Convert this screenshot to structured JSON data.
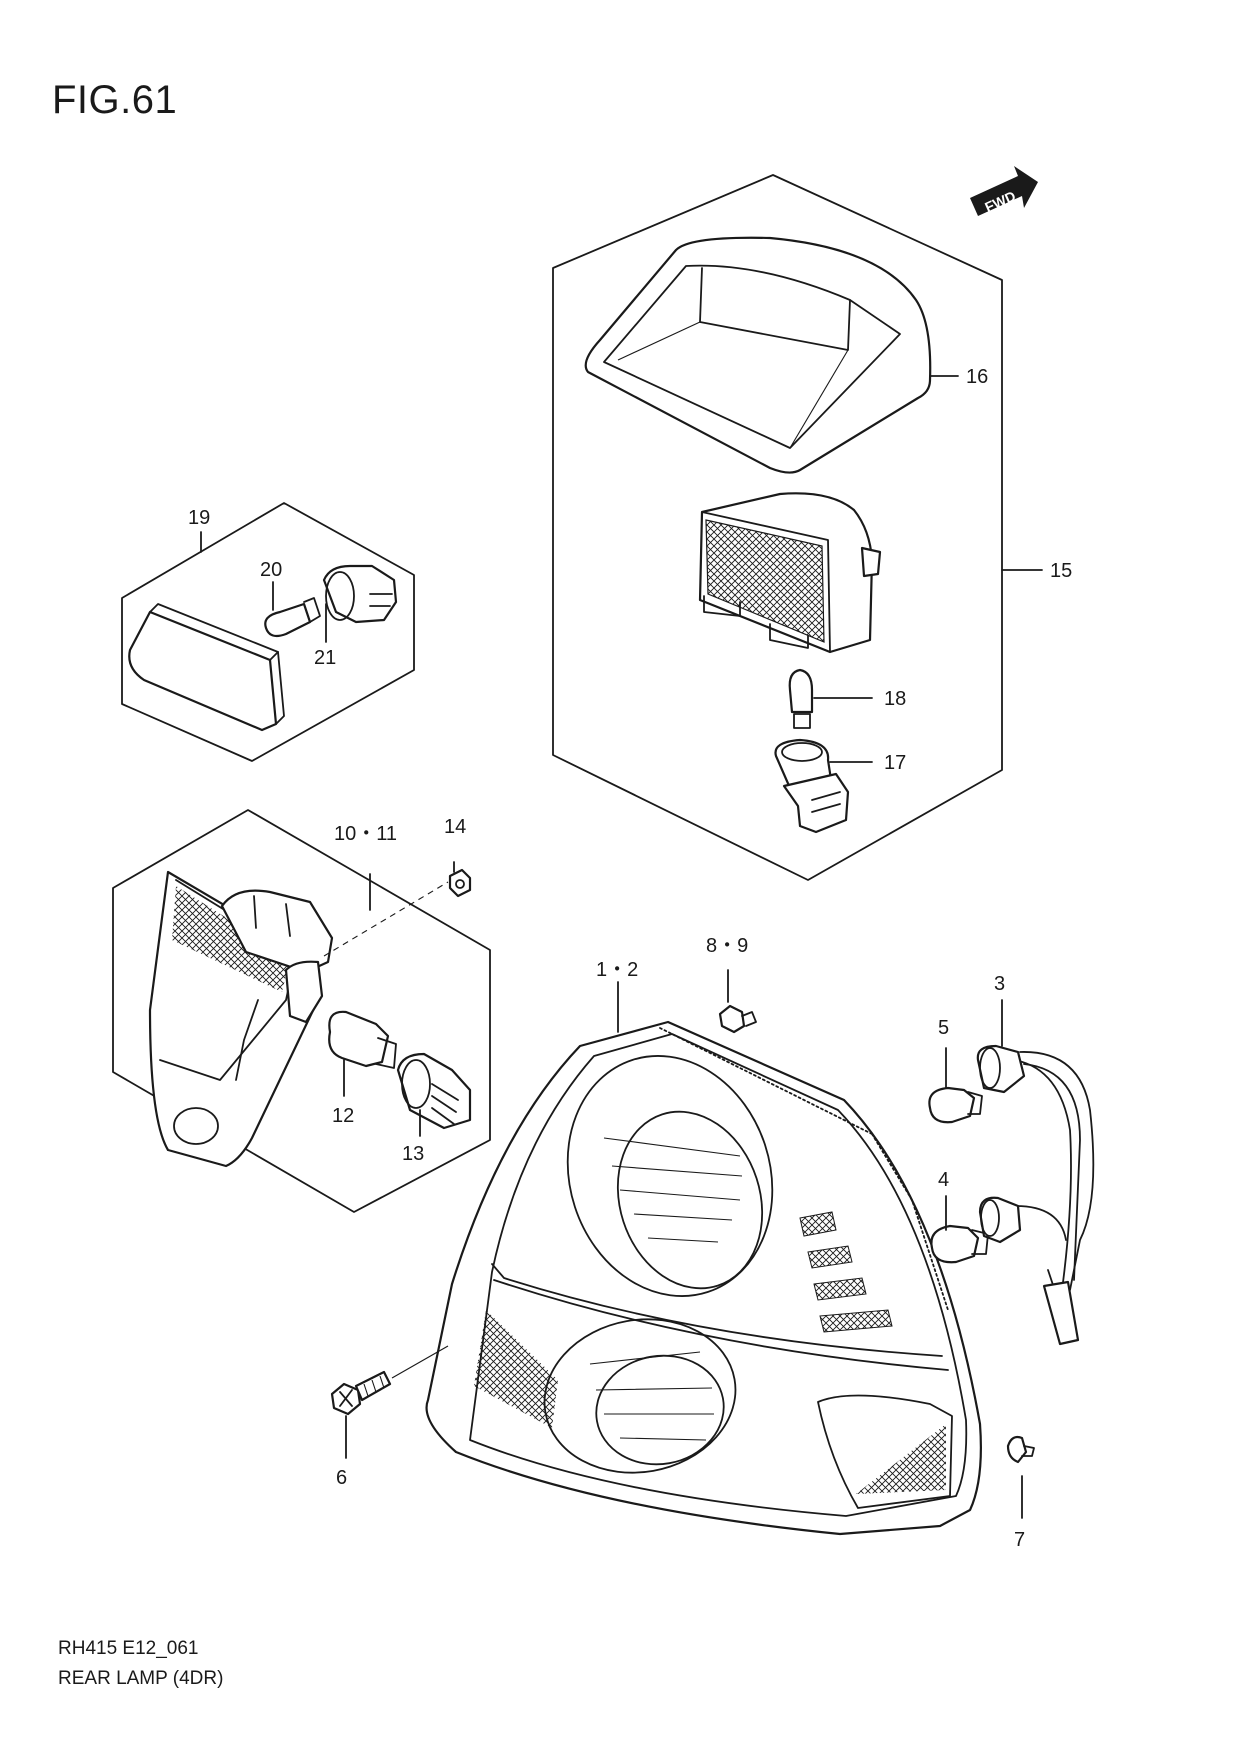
{
  "figure": {
    "title": "FIG.61",
    "fwd_label": "FWD"
  },
  "footer": {
    "code": "RH415 E12_061",
    "description": "REAR LAMP (4DR)"
  },
  "callouts": {
    "c16": "16",
    "c15": "15",
    "c18": "18",
    "c17": "17",
    "c19": "19",
    "c20": "20",
    "c21": "21",
    "c10_11": "10・11",
    "c14": "14",
    "c12": "12",
    "c13": "13",
    "c1_2": "1・2",
    "c8_9": "8・9",
    "c3": "3",
    "c5": "5",
    "c4": "4",
    "c6": "6",
    "c7": "7"
  }
}
